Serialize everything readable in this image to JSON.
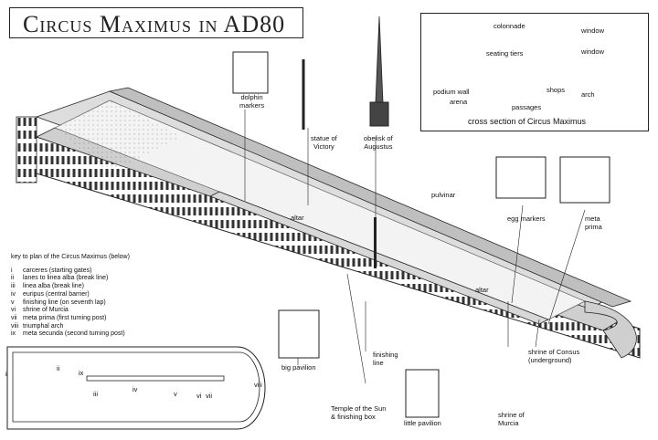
{
  "title": "Circus Maximus in AD80",
  "labels": {
    "dolphin_markers": "dolphin\nmarkers",
    "statue_victory": "statue of\nVictory",
    "obelisk": "obelisk of\nAugustus",
    "pulvinar": "pulvinar",
    "altar_top": "altar",
    "altar_right": "altar",
    "egg_markers": "egg markers",
    "meta_prima": "meta\nprima",
    "big_pavilion": "big pavilion",
    "finishing_line": "finishing\nline",
    "shrine_consus": "shrine of Consus\n(underground)",
    "temple_sun": "Temple of the Sun\n& finishing box",
    "little_pavilion": "little pavilion",
    "shrine_murcia": "shrine of\nMurcia"
  },
  "cross_section": {
    "caption": "cross section of Circus Maximus",
    "colonnade": "colonnade",
    "window1": "window",
    "window2": "window",
    "seating_tiers": "seating tiers",
    "podium_wall": "podium wall",
    "arena": "arena",
    "shops": "shops",
    "arch": "arch",
    "passages": "passages"
  },
  "key": {
    "heading": "key to plan of the Circus Maximus (below)",
    "items": [
      {
        "num": "i",
        "text": "carceres (starting gates)"
      },
      {
        "num": "ii",
        "text": "lanes to linea alba (break line)"
      },
      {
        "num": "iii",
        "text": "linea alba (break line)"
      },
      {
        "num": "iv",
        "text": "euripus (central barrier)"
      },
      {
        "num": "v",
        "text": "finishing line (on seventh lap)"
      },
      {
        "num": "vi",
        "text": "shrine of Murcia"
      },
      {
        "num": "vii",
        "text": "meta prima (first turning post)"
      },
      {
        "num": "viii",
        "text": "triumphal arch"
      },
      {
        "num": "ix",
        "text": "meta secunda (second turning post)"
      }
    ]
  },
  "plan": {
    "i": "i",
    "ii": "ii",
    "iii": "iii",
    "iv": "iv",
    "v": "v",
    "vi": "vi",
    "vii": "vii",
    "viii": "viii",
    "ix": "ix"
  },
  "colors": {
    "line": "#222222",
    "track": "#c8c8c8",
    "sand": "#e9e9e9"
  }
}
